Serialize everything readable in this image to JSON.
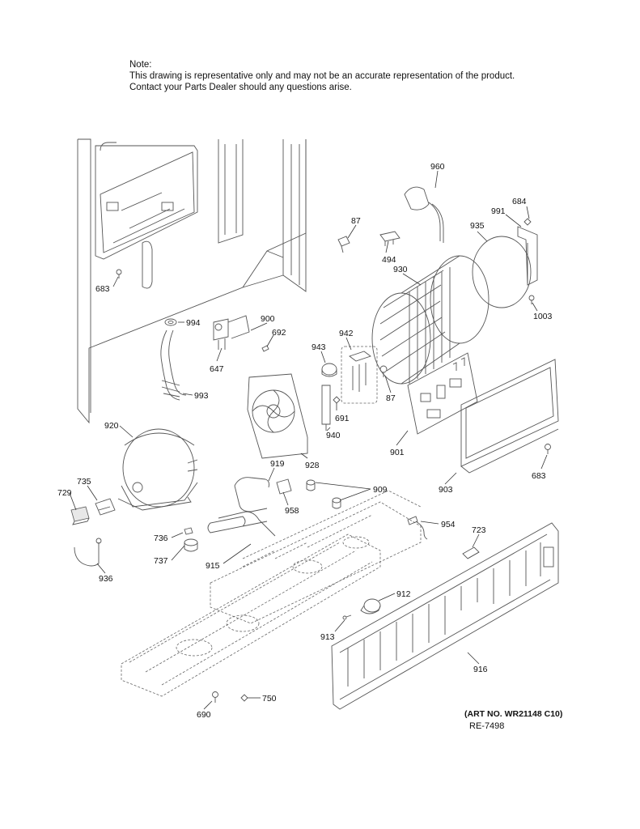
{
  "note": {
    "heading": "Note:",
    "line1": "This drawing is representative only and may not be an accurate representation of the product.",
    "line2": "Contact your Parts Dealer should any questions arise."
  },
  "footer": {
    "art_no": "(ART NO. WR21148 C10)",
    "ref": "RE-7498"
  },
  "callouts": [
    {
      "id": "c960",
      "text": "960"
    },
    {
      "id": "c684",
      "text": "684"
    },
    {
      "id": "c991",
      "text": "991"
    },
    {
      "id": "c935",
      "text": "935"
    },
    {
      "id": "c87a",
      "text": "87"
    },
    {
      "id": "c494",
      "text": "494"
    },
    {
      "id": "c930",
      "text": "930"
    },
    {
      "id": "c1003",
      "text": "1003"
    },
    {
      "id": "c683a",
      "text": "683"
    },
    {
      "id": "c994",
      "text": "994"
    },
    {
      "id": "c900",
      "text": "900"
    },
    {
      "id": "c692",
      "text": "692"
    },
    {
      "id": "c942",
      "text": "942"
    },
    {
      "id": "c943",
      "text": "943"
    },
    {
      "id": "c647",
      "text": "647"
    },
    {
      "id": "c993",
      "text": "993"
    },
    {
      "id": "c87b",
      "text": "87"
    },
    {
      "id": "c691",
      "text": "691"
    },
    {
      "id": "c940",
      "text": "940"
    },
    {
      "id": "c920",
      "text": "920"
    },
    {
      "id": "c928",
      "text": "928"
    },
    {
      "id": "c901",
      "text": "901"
    },
    {
      "id": "c683b",
      "text": "683"
    },
    {
      "id": "c919",
      "text": "919"
    },
    {
      "id": "c909",
      "text": "909"
    },
    {
      "id": "c735",
      "text": "735"
    },
    {
      "id": "c729",
      "text": "729"
    },
    {
      "id": "c958",
      "text": "958"
    },
    {
      "id": "c903",
      "text": "903"
    },
    {
      "id": "c954",
      "text": "954"
    },
    {
      "id": "c723",
      "text": "723"
    },
    {
      "id": "c736",
      "text": "736"
    },
    {
      "id": "c737",
      "text": "737"
    },
    {
      "id": "c915",
      "text": "915"
    },
    {
      "id": "c936",
      "text": "936"
    },
    {
      "id": "c912",
      "text": "912"
    },
    {
      "id": "c913",
      "text": "913"
    },
    {
      "id": "c916",
      "text": "916"
    },
    {
      "id": "c750",
      "text": "750"
    },
    {
      "id": "c690",
      "text": "690"
    }
  ]
}
